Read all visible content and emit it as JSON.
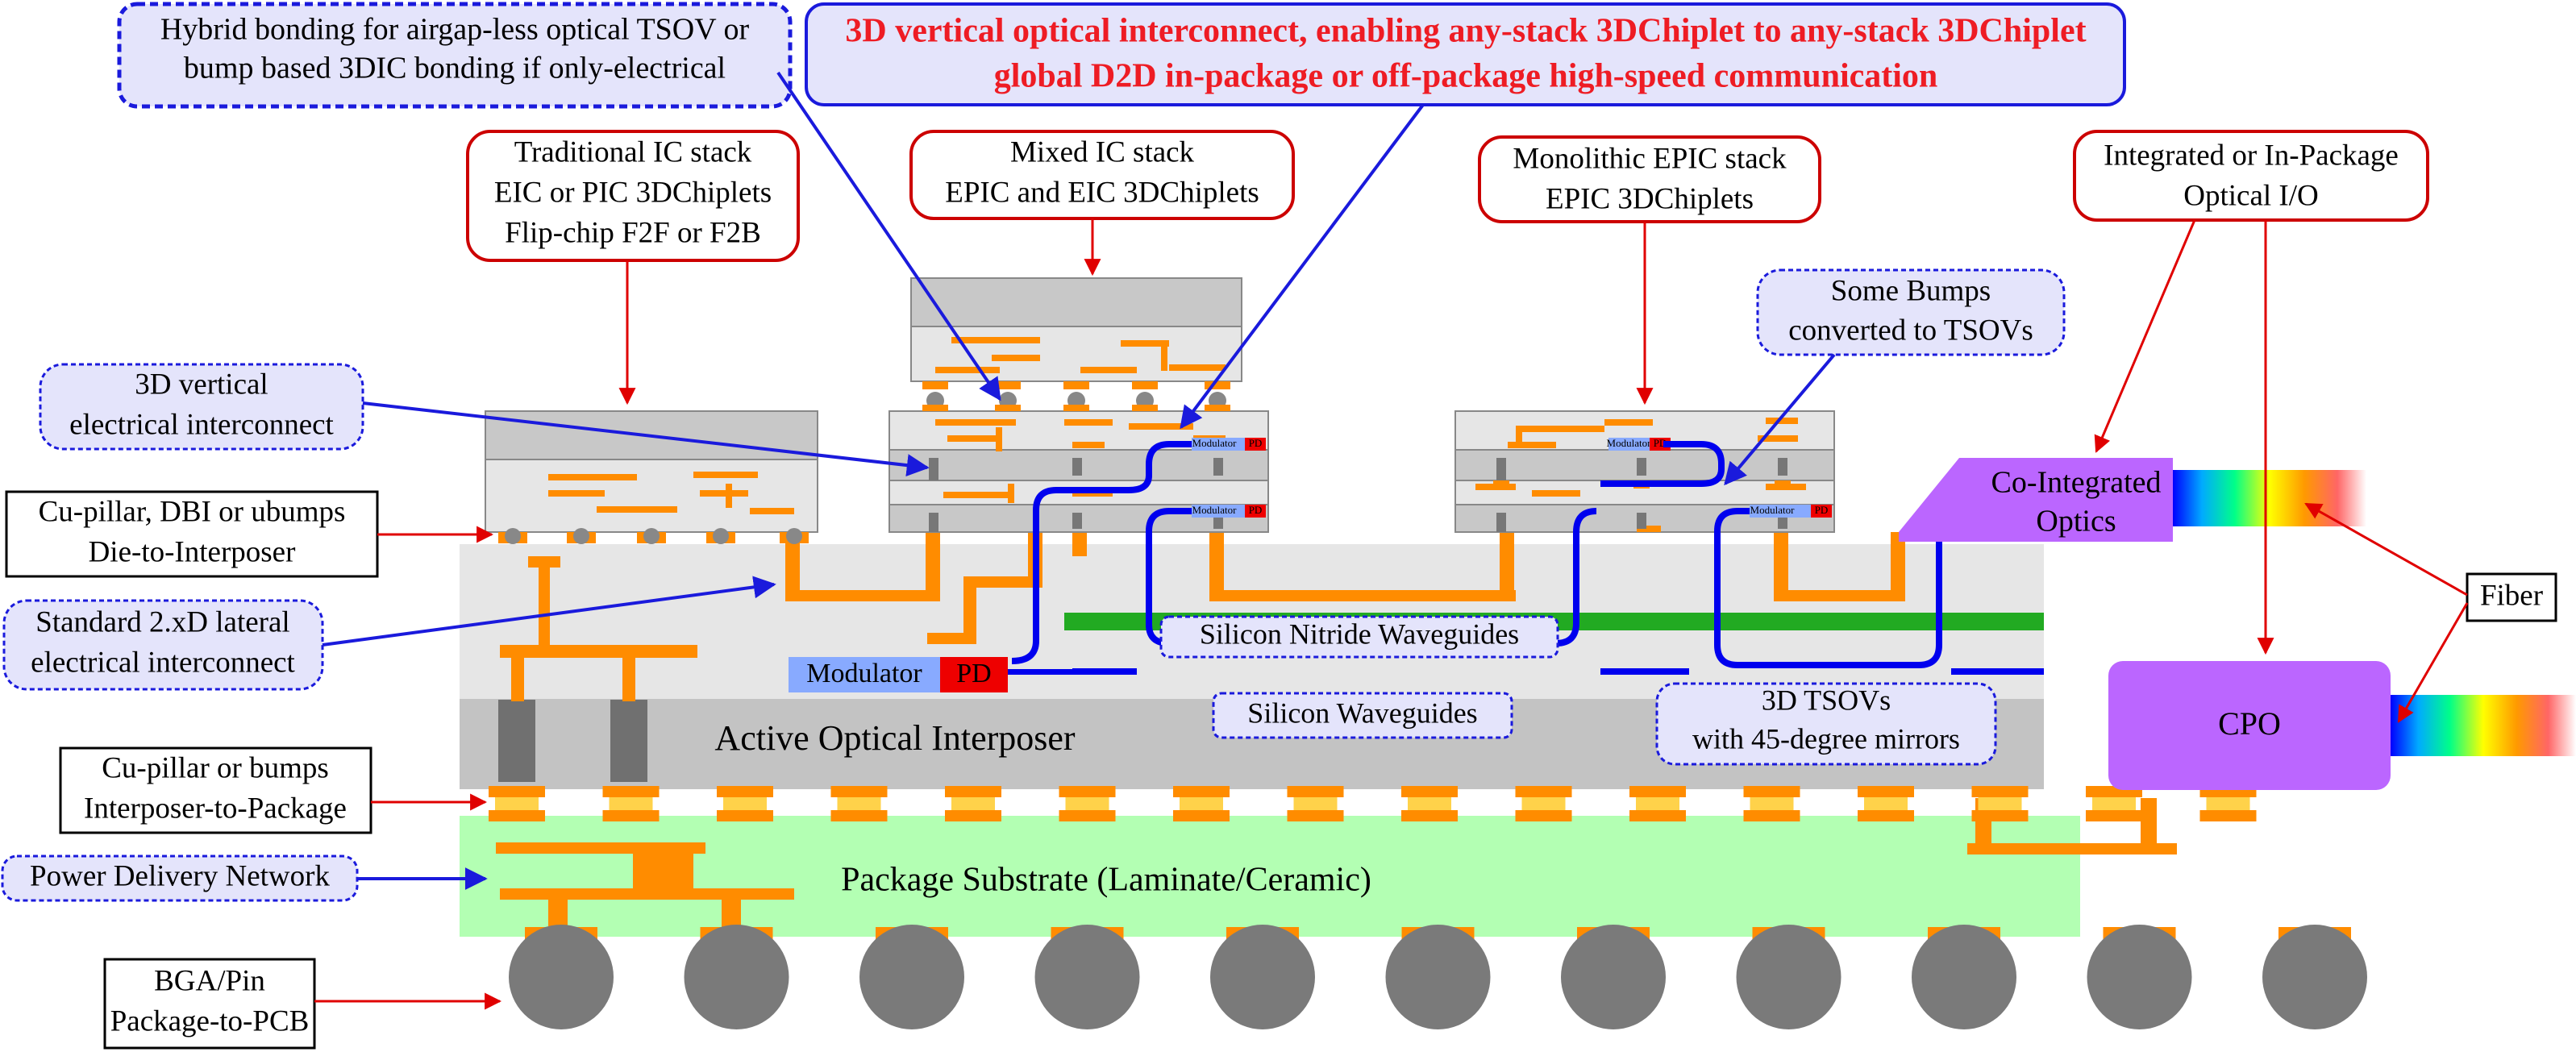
{
  "title": {
    "line1": "3D vertical optical interconnect, enabling any-stack 3DChiplet to any-stack 3DChiplet",
    "line2": "global D2D in-package or off-package high-speed communication"
  },
  "callouts": {
    "hybrid_bonding": [
      "Hybrid bonding for airgap-less optical TSOV or",
      "bump based 3DIC bonding if only-electrical"
    ],
    "traditional_stack": [
      "Traditional IC stack",
      "EIC or PIC 3DChiplets",
      "Flip-chip F2F or F2B"
    ],
    "mixed_stack": [
      "Mixed IC stack",
      "EPIC and EIC 3DChiplets"
    ],
    "monolithic_stack": [
      "Monolithic EPIC stack",
      "EPIC 3DChiplets"
    ],
    "integrated_io": [
      "Integrated or In-Package",
      "Optical I/O"
    ],
    "some_bumps": [
      "Some Bumps",
      "converted to TSOVs"
    ],
    "vertical_electrical": [
      "3D vertical",
      "electrical interconnect"
    ],
    "die_to_interposer": [
      "Cu-pillar, DBI or ubumps",
      "Die-to-Interposer"
    ],
    "lateral_electrical": [
      "Standard 2.xD lateral",
      "electrical interconnect"
    ],
    "interposer_to_package": [
      "Cu-pillar or bumps",
      "Interposer-to-Package"
    ],
    "power_delivery": [
      "Power Delivery Network"
    ],
    "bga": [
      "BGA/Pin",
      "Package-to-PCB"
    ],
    "fiber": [
      "Fiber"
    ],
    "tsovs": [
      "3D TSOVs",
      "with 45-degree mirrors"
    ]
  },
  "labels": {
    "silicon_nitride": "Silicon Nitride Waveguides",
    "silicon_waveguides": "Silicon Waveguides",
    "active_interposer": "Active Optical Interposer",
    "package_substrate": "Package Substrate (Laminate/Ceramic)",
    "modulator": "Modulator",
    "pd": "PD",
    "co_integrated": [
      "Co-Integrated",
      "Optics"
    ],
    "cpo": "CPO"
  },
  "colors": {
    "title_red": "#ee1c24",
    "callout_red": "#cc0000",
    "callout_blue": "#1a1adc",
    "callout_fill": "#e4e4fb",
    "copper": "#ff8c00",
    "substrate": "#b3ffb3",
    "interposer_top": "#e6e6e6",
    "interposer_bottom": "#c3c3c3",
    "nitride": "#22aa22",
    "optics": "#bb66ff",
    "waveguide_blue": "#0000ee"
  }
}
